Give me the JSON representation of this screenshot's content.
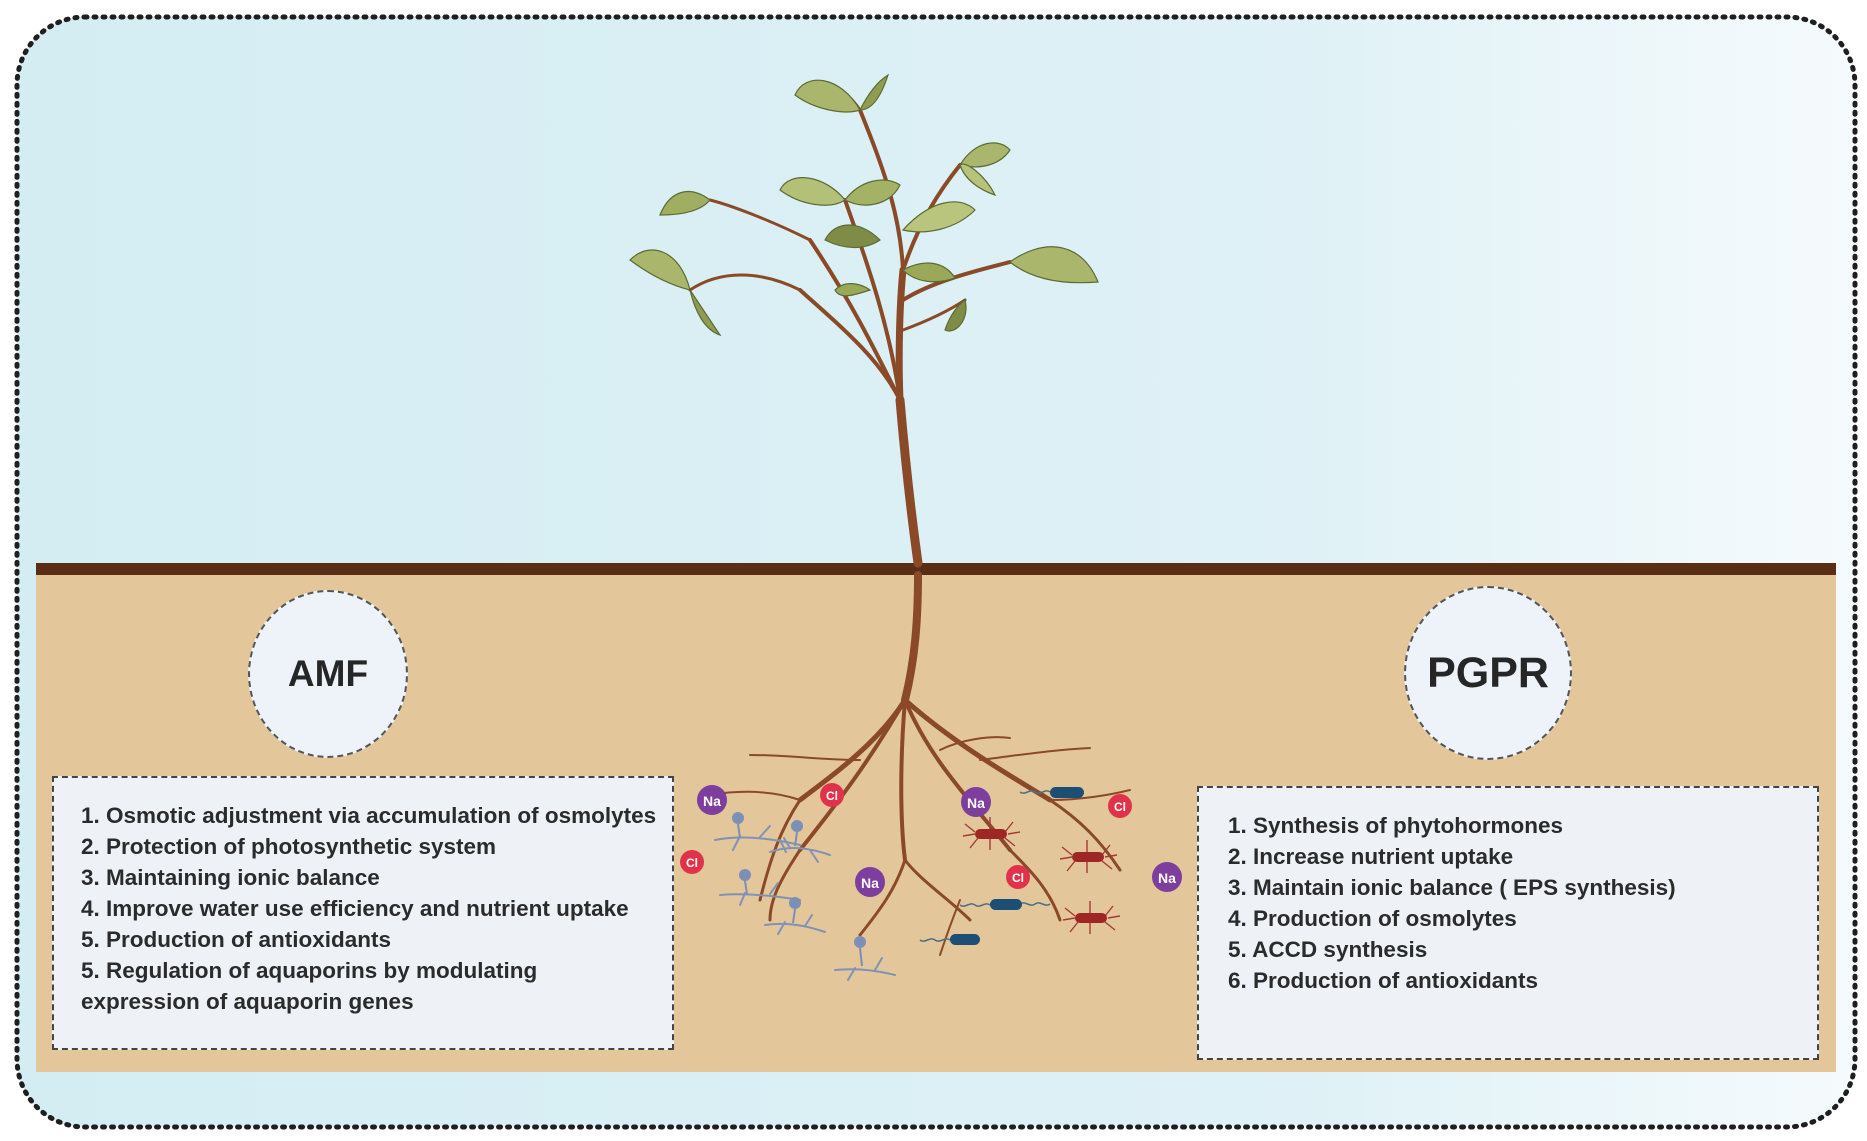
{
  "amf": {
    "title": "AMF",
    "items": [
      "1. Osmotic adjustment via accumulation of osmolytes",
      "2. Protection of photosynthetic system",
      "3. Maintaining ionic balance",
      "4. Improve water use efficiency and nutrient uptake",
      "5. Production of antioxidants",
      "5. Regulation of aquaporins by modulating expression of aquaporin genes"
    ]
  },
  "pgpr": {
    "title": "PGPR",
    "items": [
      "1. Synthesis of phytohormones",
      "2. Increase nutrient uptake",
      "3. Maintain ionic balance ( EPS synthesis)",
      "4. Production of osmolytes",
      "5. ACCD synthesis",
      "6. Production of antioxidants"
    ]
  },
  "ions": {
    "sodium": "Na",
    "chloride": "Cl"
  },
  "colors": {
    "sky": "#d4eef3",
    "soil": "#e3c79a",
    "ground_line": "#5a2d16",
    "stem": "#8a4a28",
    "leaf": "#a9b66c",
    "leaf_dark": "#7f8c48",
    "sodium_ion": "#7e3e9e",
    "chloride_ion": "#e0334b",
    "fungus": "#8192b4",
    "bacterium_red": "#9e2624",
    "bacterium_blue": "#1c4f73"
  }
}
